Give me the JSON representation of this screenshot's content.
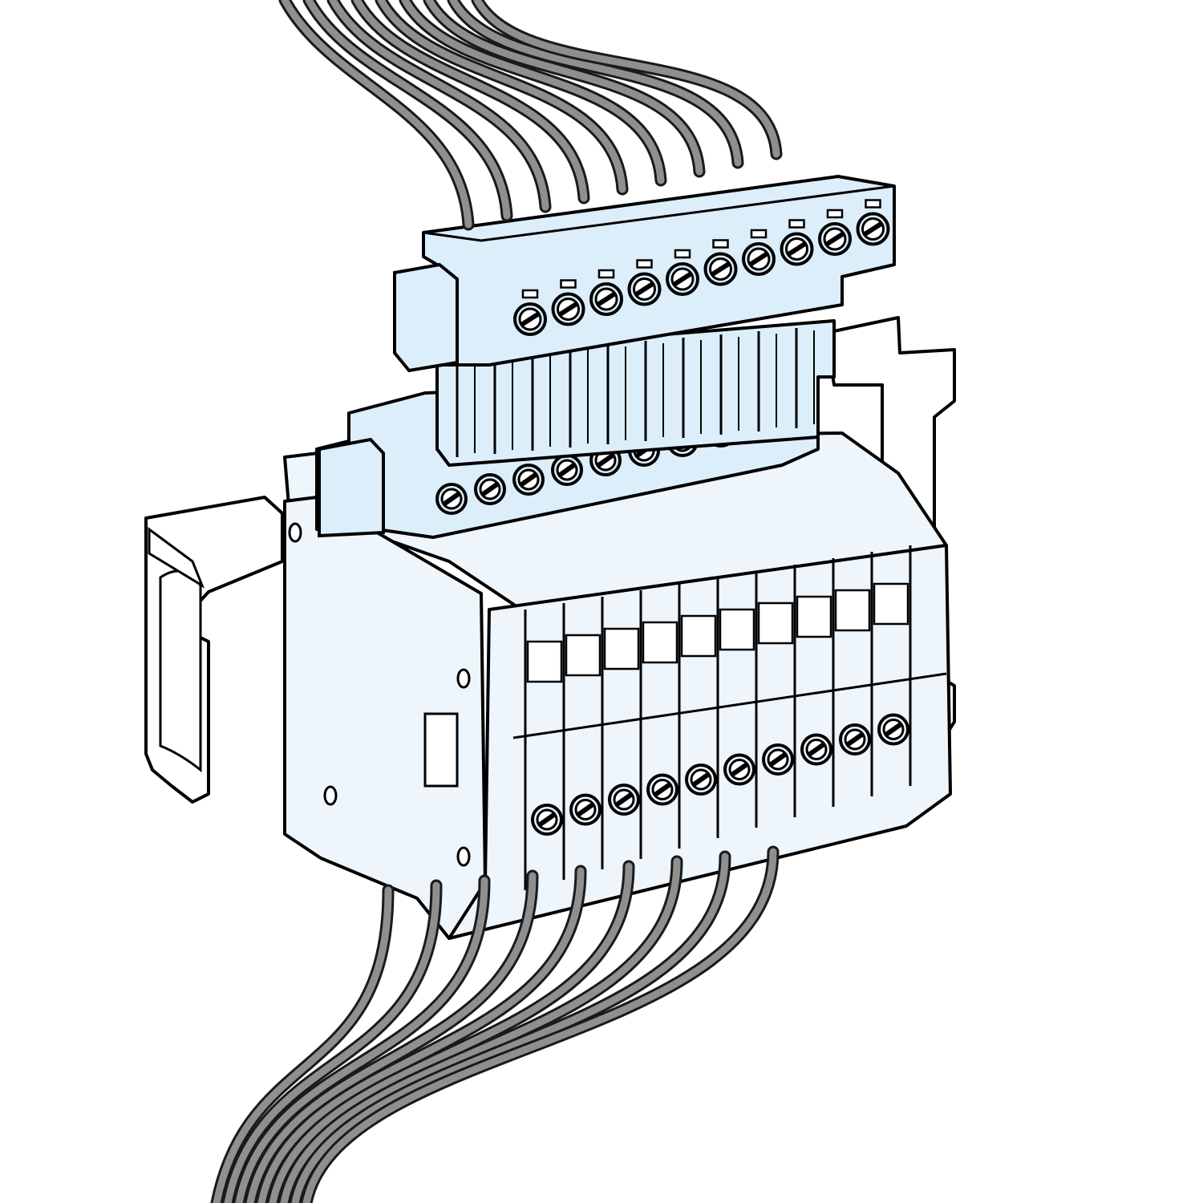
{
  "illustration": {
    "subject": "",
    "colors": {
      "background": "#ffffff",
      "outline": "#000000",
      "plug_fill": "#dceefa",
      "base_fill": "#eef5fb",
      "rail_fill": "#ffffff",
      "wire": "#8f8f8f",
      "wire_edge": "#1a1a1a"
    },
    "counts": {
      "top_wires": 9,
      "plug_screws": 10,
      "base_screws": 10,
      "bottom_wires": 9
    }
  }
}
